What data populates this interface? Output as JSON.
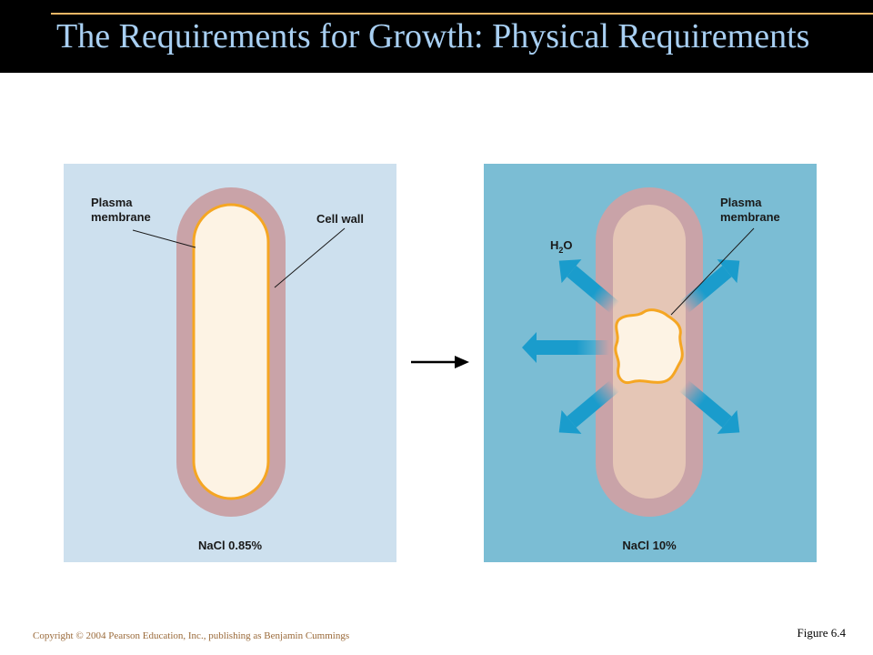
{
  "title": "The Requirements for Growth: Physical Requirements",
  "panels": {
    "left": {
      "label_plasma_line1": "Plasma",
      "label_plasma_line2": "membrane",
      "label_cell_wall": "Cell wall",
      "caption": "NaCl 0.85%"
    },
    "right": {
      "label_h": "H",
      "label_sub": "2",
      "label_o": "O",
      "label_plasma_line1": "Plasma",
      "label_plasma_line2": "membrane",
      "caption": "NaCl 10%"
    }
  },
  "colors": {
    "left_background": "#cde0ee",
    "right_background": "#7bbdd4",
    "cell_wall": "#c9a3a8",
    "cytoplasm": "#fdf3e4",
    "membrane": "#f5a623",
    "shrunk_cell_interior": "#e5c6b6",
    "water_arrow": "#1a9ccc"
  },
  "footer": {
    "copyright": "Copyright © 2004 Pearson Education, Inc., publishing as Benjamin Cummings",
    "figure_label": "Figure 6.4"
  }
}
